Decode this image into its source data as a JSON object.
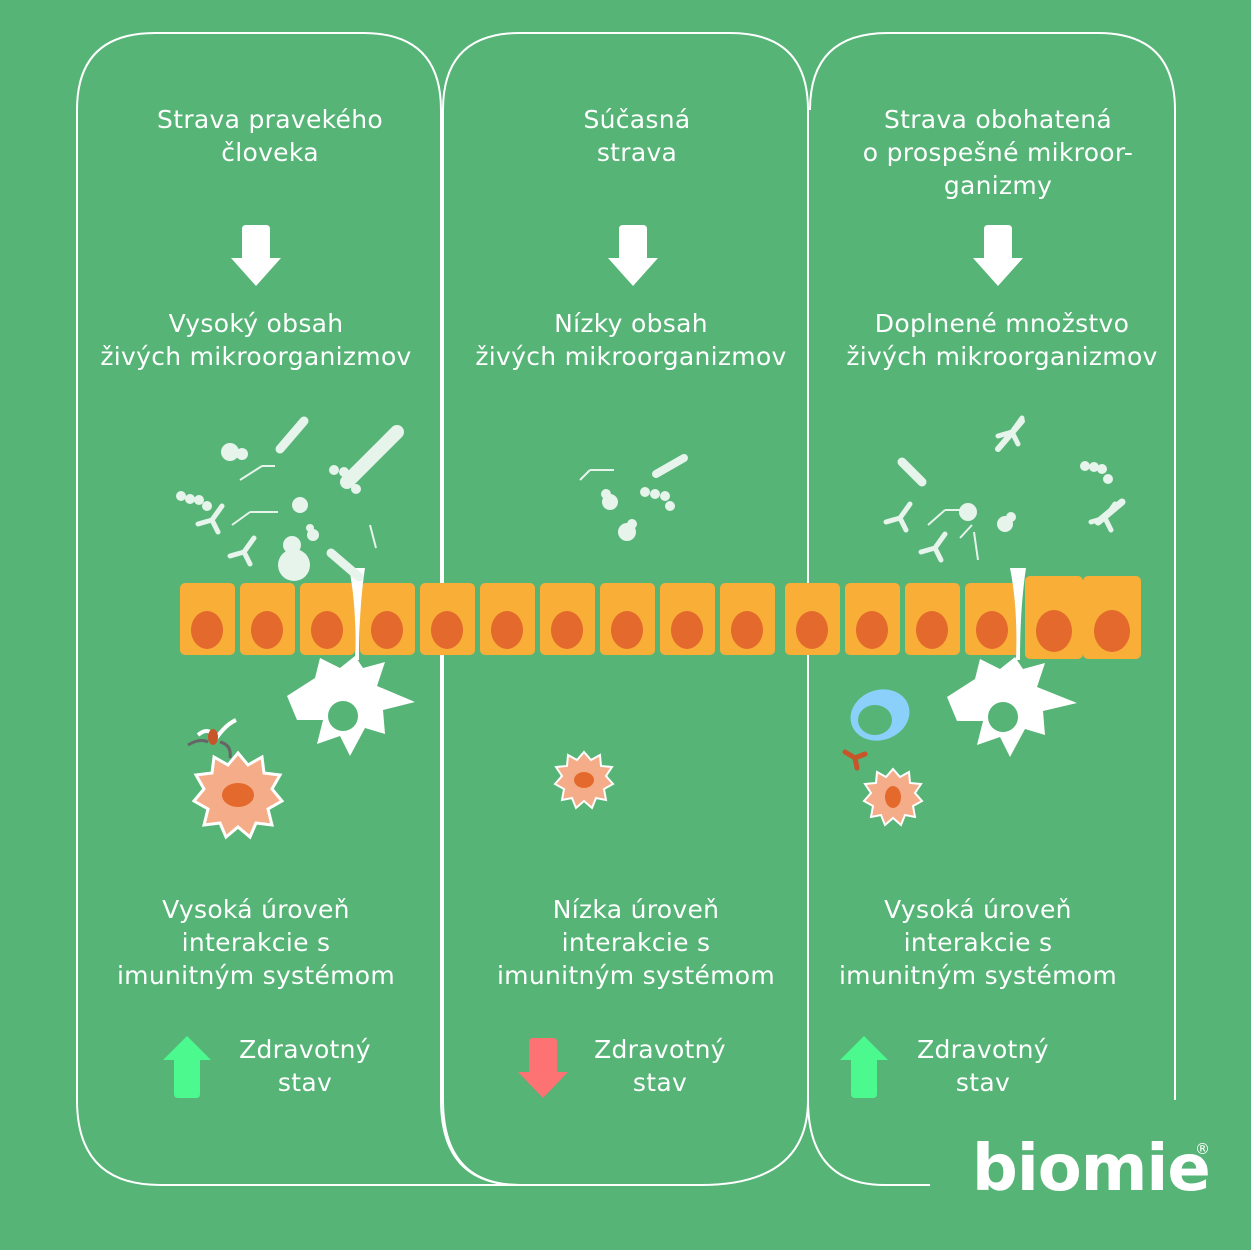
{
  "title": "Strava a interakcia mikroorganizmov s imunitným systémom",
  "colors": {
    "background": "#55b476",
    "outline": "#ffffff",
    "epithelial_cell": "#f8ae37",
    "nucleus": "#e4692c",
    "immune_cell_orange": "#f4ad88",
    "b_cell_blue": "#8bd0fb",
    "arrow_up_green": "#4cf98f",
    "arrow_down_red": "#fd7272",
    "antibody_orange": "#c8552a"
  },
  "columns": [
    {
      "id": "prehistoric",
      "diet_lines": [
        "Strava pravekého",
        "človeka"
      ],
      "microbes_lines": [
        "Vysoký obsah",
        "živých mikroorganizmov"
      ],
      "immune_lines": [
        "Vysoká úroveň",
        "interakcie s",
        "imunitným systémom"
      ],
      "health_lines": [
        "Zdravotný",
        "stav"
      ],
      "health_trend": "up",
      "microbe_level": "high"
    },
    {
      "id": "modern",
      "diet_lines": [
        "Súčasná",
        "strava"
      ],
      "microbes_lines": [
        "Nízky obsah",
        "živých mikroorganizmov"
      ],
      "immune_lines": [
        "Nízka úroveň",
        "interakcie s",
        "imunitným systémom"
      ],
      "health_lines": [
        "Zdravotný",
        "stav"
      ],
      "health_trend": "down",
      "microbe_level": "low"
    },
    {
      "id": "enriched",
      "diet_lines": [
        "Strava obohatená",
        "o prospešné mikroor-",
        "ganizmy"
      ],
      "microbes_lines": [
        "Doplnené množstvo",
        "živých mikroorganizmov"
      ],
      "immune_lines": [
        "Vysoká úroveň",
        "interakcie s",
        "imunitným systémom"
      ],
      "health_lines": [
        "Zdravotný",
        "stav"
      ],
      "health_trend": "up",
      "microbe_level": "high"
    }
  ],
  "icons": {
    "flow_arrow": "arrow-down-icon",
    "health_up": "arrow-up-icon",
    "health_down": "arrow-down-icon",
    "microbes": "bacteria-icon",
    "dendritic_cell": "dendritic-cell-icon",
    "immune_cell": "immune-cell-icon",
    "b_cell": "b-cell-icon",
    "antibody": "antibody-icon"
  },
  "logo": {
    "text": "biomie",
    "mark": "®"
  }
}
